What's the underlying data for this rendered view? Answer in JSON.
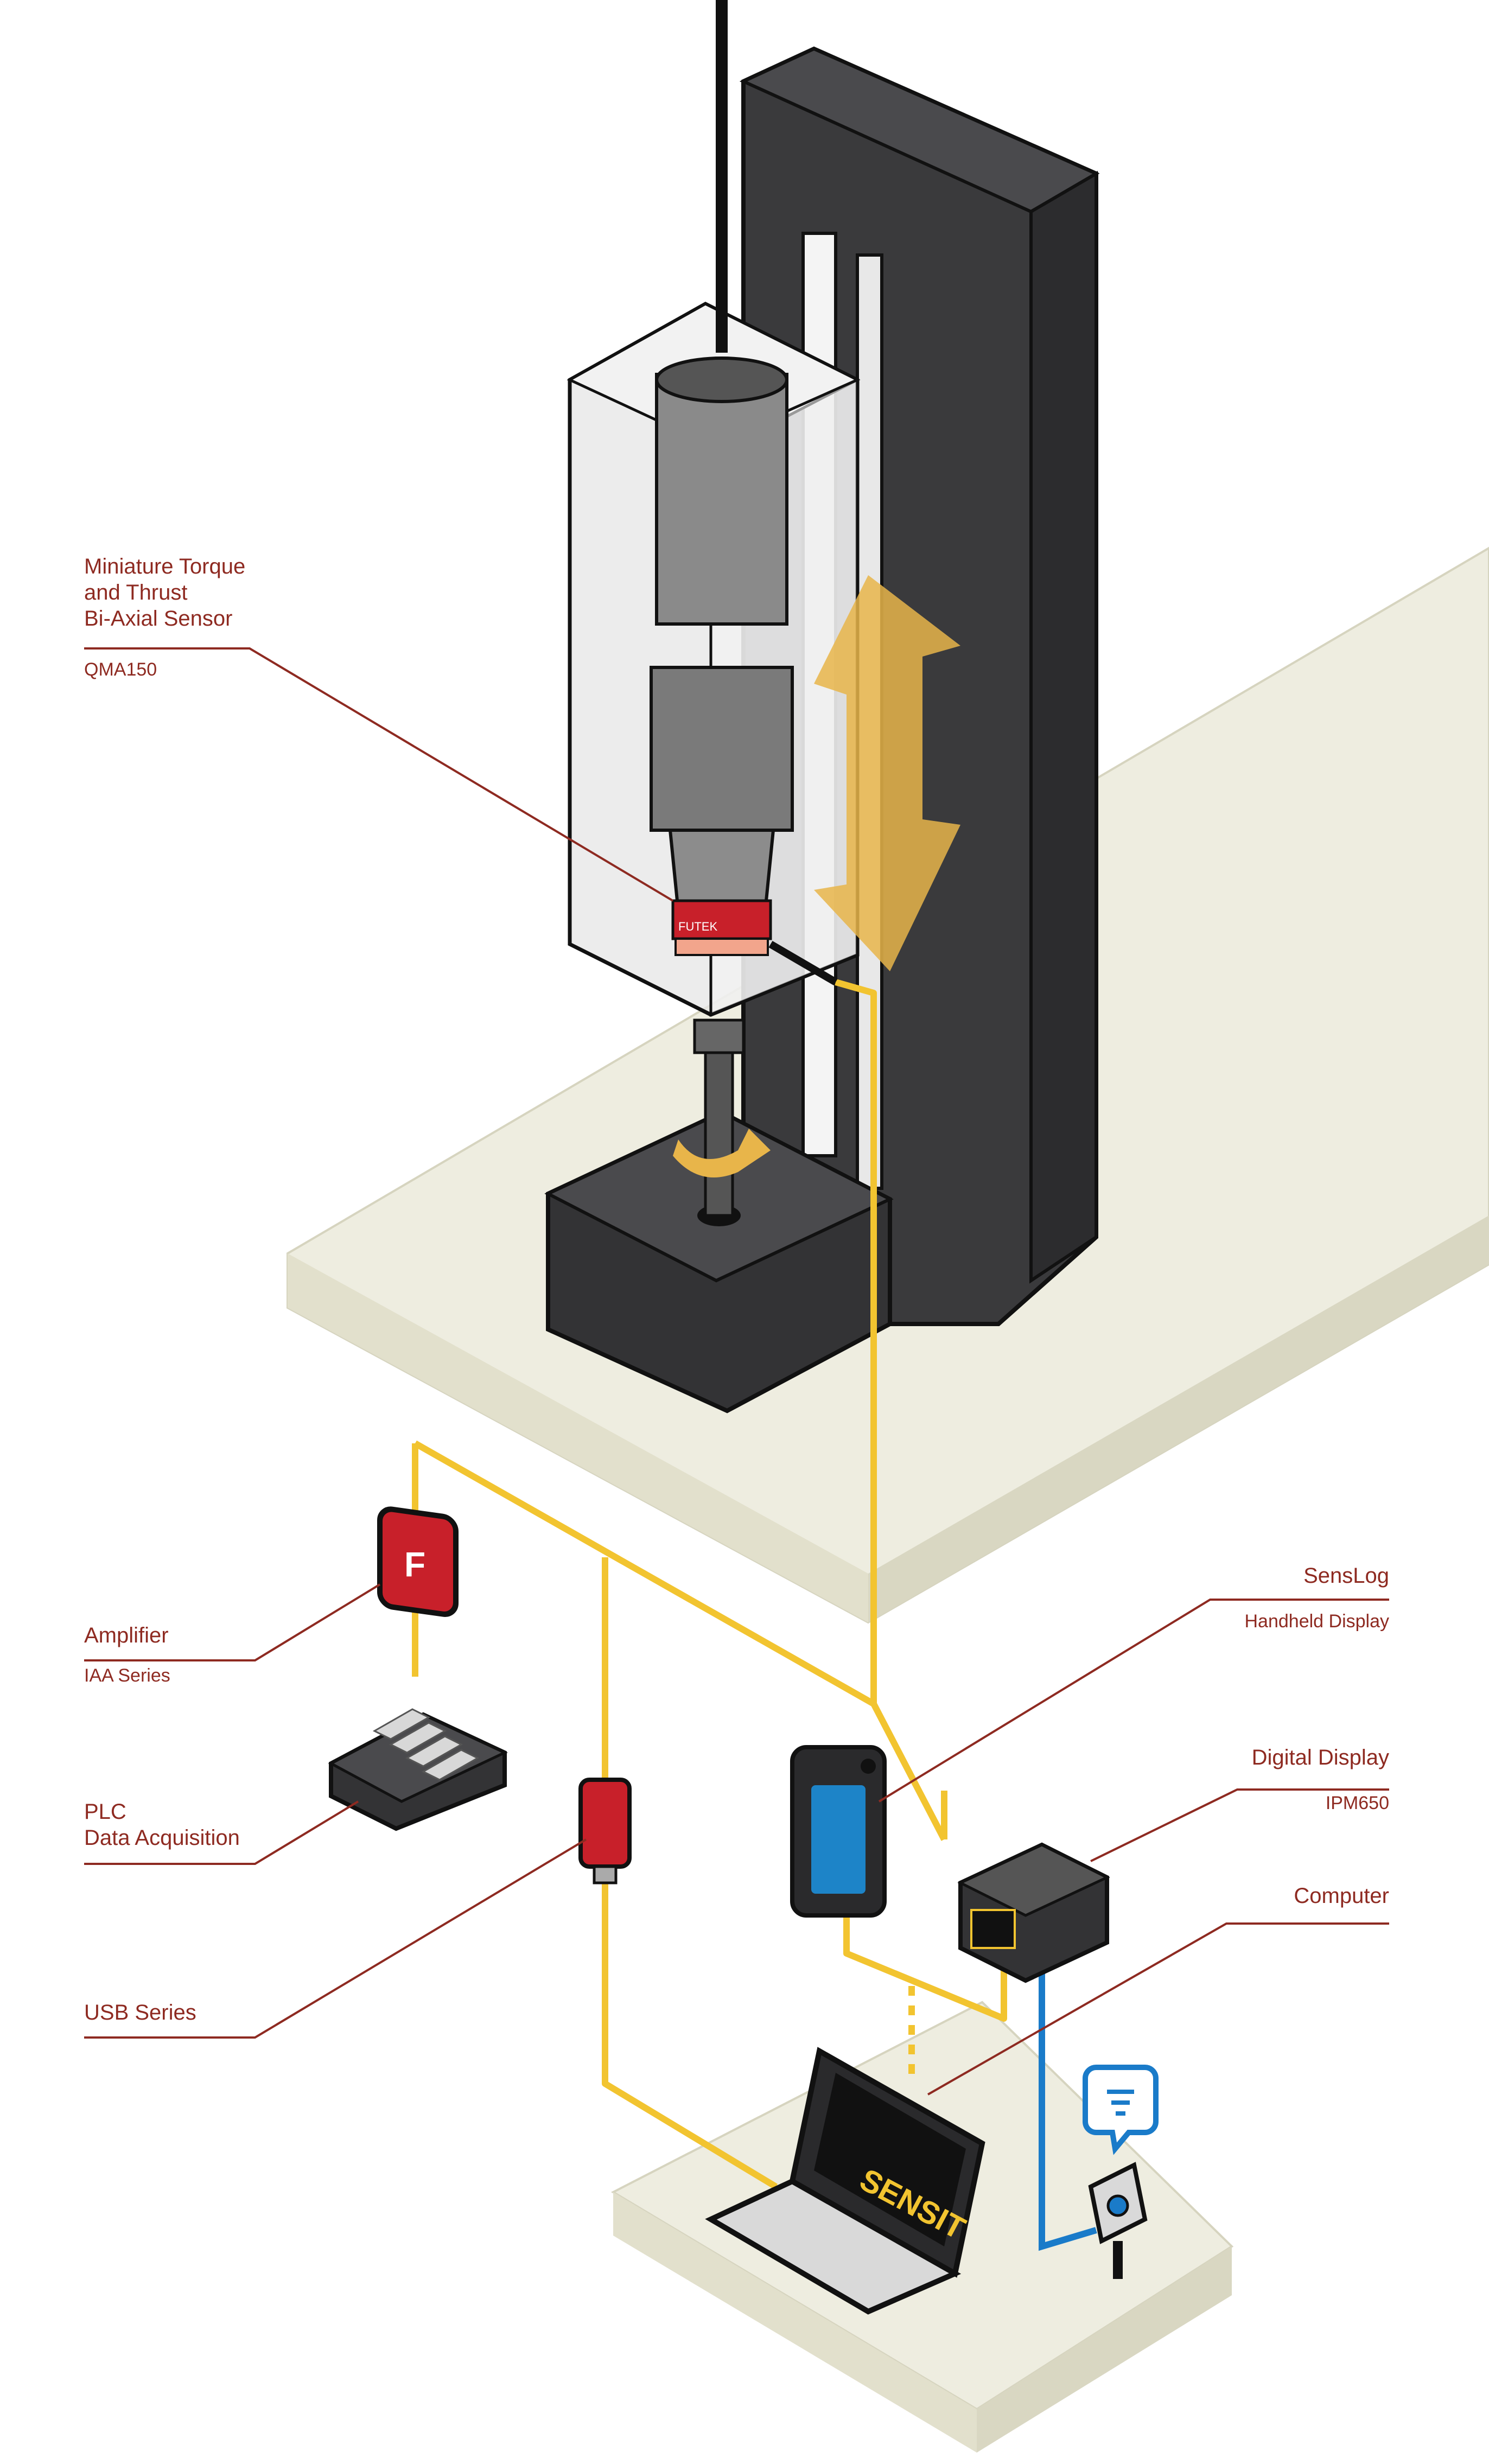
{
  "labels": {
    "sensor": {
      "title_lines": [
        "Miniature Torque",
        "and Thrust",
        "Bi-Axial Sensor"
      ],
      "model": "QMA150"
    },
    "amplifier": {
      "title": "Amplifier",
      "model": "IAA Series"
    },
    "plc": {
      "title_lines": [
        "PLC",
        "Data Acquisition"
      ]
    },
    "usb": {
      "title": "USB Series"
    },
    "senslog": {
      "title": "SensLog",
      "model": "Handheld Display"
    },
    "digital_display": {
      "title": "Digital Display",
      "model": "IPM650"
    },
    "computer": {
      "title": "Computer"
    }
  },
  "brand": {
    "screen_text": "SENSIT",
    "sensor_band_text": "FUTEK"
  },
  "colors": {
    "label_red": "#8e2a21",
    "cable_yellow": "#f2c430",
    "cable_blue": "#1a7bc9",
    "frame_dark": "#3a3a3c",
    "bench": "#eeede0",
    "device_red": "#c8202a",
    "arrow_gold": "#e8b54a"
  }
}
